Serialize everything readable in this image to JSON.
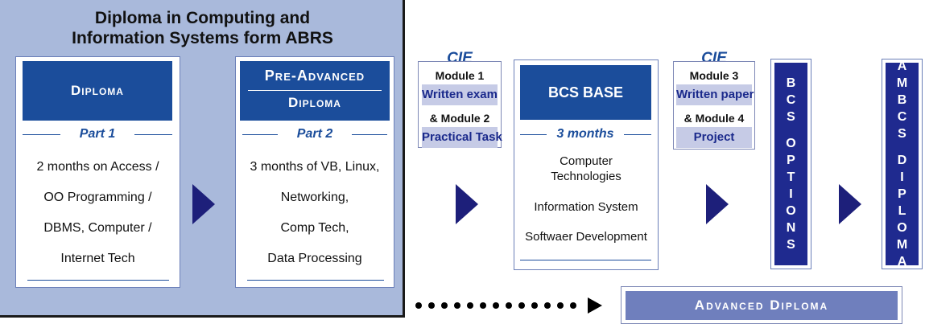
{
  "panel_title": [
    "Diploma in Computing and",
    "Information Systems form ABRS"
  ],
  "stage1": {
    "heading": "Diploma",
    "part": "Part 1",
    "lines": [
      "2 months on Access /",
      "OO Programming /",
      "DBMS, Computer /",
      "Internet Tech"
    ]
  },
  "stage2": {
    "heading_top": "Pre-Advanced",
    "heading_bottom": "Diploma",
    "part": "Part 2",
    "lines": [
      "3 months of VB, Linux,",
      "Networking,",
      "Comp Tech,",
      "Data Processing"
    ]
  },
  "cie1": {
    "title": "CIE",
    "line1": "Module 1",
    "hl1": "Written exam",
    "line2": "& Module 2",
    "hl2": "Practical Task"
  },
  "bcs_base": {
    "heading": "BCS BASE",
    "duration": "3 months",
    "lines": [
      "Computer",
      "Technologies",
      "Information System",
      "Softwaer Development"
    ]
  },
  "cie2": {
    "title": "CIE",
    "line1": "Module 3",
    "hl1": "Written paper",
    "line2": "& Module 4",
    "hl2": "Project"
  },
  "bcs_options": "BCS OPTIONS",
  "ambcs_diploma": "AMBCS DIPLOMA",
  "advanced_diploma": "Advanced Diploma",
  "colors": {
    "navy": "#1b4d9b",
    "panel": "#a9b9db",
    "dark_navy": "#1f2a8f",
    "arrow": "#1d1f7a",
    "advanced_bar": "#6f7fbd"
  }
}
